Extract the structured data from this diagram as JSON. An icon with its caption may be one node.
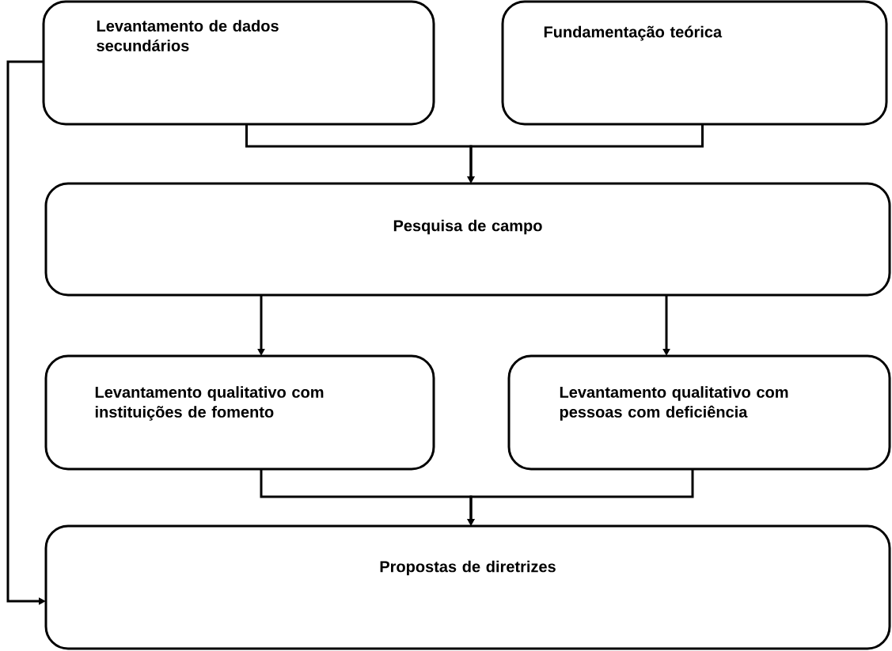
{
  "diagram": {
    "nodes": [
      {
        "text": [
          "Levantamento de dados secundários"
        ]
      },
      {
        "text": [
          "Fundamentação teórica"
        ]
      },
      {
        "text": [
          "Pesquisa de campo"
        ]
      },
      {
        "text": [
          "Levantamento qualitativo com instituições de fomento"
        ]
      },
      {
        "text": [
          "Levantamento qualitativo com pessoas com deficiência"
        ]
      },
      {
        "text": [
          "Propostas de diretrizes"
        ]
      }
    ],
    "edges": [
      {
        "from": 0,
        "to": 2,
        "arrow": "to"
      },
      {
        "from": 1,
        "to": 2,
        "arrow": "to"
      },
      {
        "from": 2,
        "to": 3,
        "arrow": "to"
      },
      {
        "from": 2,
        "to": 4,
        "arrow": "to"
      },
      {
        "from": 3,
        "to": 5,
        "arrow": "to"
      },
      {
        "from": 4,
        "to": 5,
        "arrow": "to"
      },
      {
        "from": 0,
        "to": 5,
        "arrow": "to"
      }
    ]
  }
}
